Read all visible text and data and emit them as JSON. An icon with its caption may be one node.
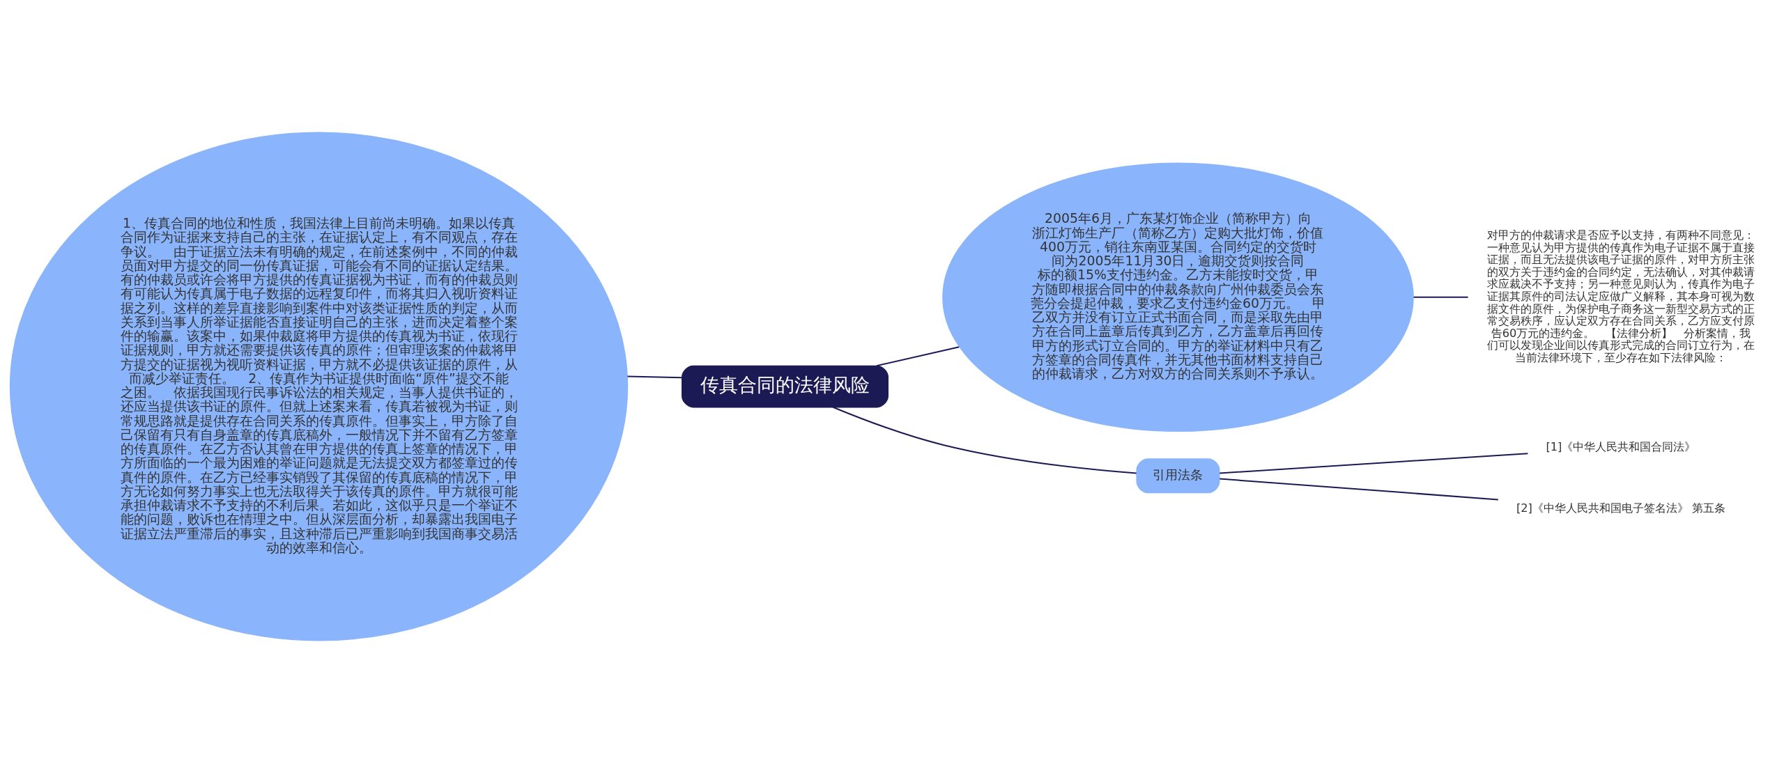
{
  "diagram": {
    "nodes": [
      {
        "text": [
          "传真合同的法律风险"
        ]
      },
      {
        "text": [
          "1、传真合同的地位和性质，我国法律上目前尚未明确。如果以传真合同作为证据来支持自己的主张，在证据认定上，有不同观点，存在争议。　由于证据立法未有明确的规定，在前述案例中，不同的仲裁员面对甲方提交的同一份传真证据，可能会有不同的证据认定结果。有的仲裁员或许会将甲方提供的传真证据视为书证，而有的仲裁员则有可能认为传真属于电子数据的远程复印件，而将其归入视听资料证据之列。这样的差异直接影响到案件中对该类证据性质的判定，从而关系到当事人所举证据能否直接证明自己的主张，进而决定着整个案件的输赢。该案中，如果仲裁庭将甲方提供的传真视为书证，依现行证据规则，甲方就还需要提供该传真的原件；但审理该案的仲裁将甲方提交的证据视为视听资料证据，甲方就不必提供该证据的原件，从而减少举证责任。　2、传真作为书证提供时面临“原件”提交不能之困。　依据我国现行民事诉讼法的相关规定，当事人提供书证的，还应当提供该书证的原件。但就上述案来看，传真若被视为书证，则常规思路就是提供存在合同关系的传真原件。但事实上，甲方除了自己保留有只有自身盖章的传真底稿外，一般情况下并不留有乙方签章的传真原件。在乙方否认其曾在甲方提供的传真上签章的情况下，甲方所面临的一个最为困难的举证问题就是无法提交双方都签章过的传真件的原件。在乙方已经事实销毁了其保留的传真底稿的情况下，甲方无论如何努力事实上也无法取得关于该传真的原件。甲方就很可能承担仲裁请求不予支持的不利后果。若如此，这似乎只是一个举证不能的问题，败诉也在情理之中。但从深层面分析，却暴露出我国电子证据立法严重滞后的事实，且这种滞后已严重影响到我国商事交易活动的效率和信心。"
        ]
      },
      {
        "text": [
          "2005年6月，广东某灯饰企业（简称甲方）向浙江灯饰生产厂（简称乙方）定购大批灯饰，价值400万元，销往东南亚某国。合同约定的交货时间为2005年11月30日，逾期交货则按合同标的额15%支付违约金。乙方未能按时交货，甲方随即根据合同中的仲裁条款向广州仲裁委员会东莞分会提起仲裁，要求乙支付违约金60万元。　甲乙双方并没有订立正式书面合同，而是采取先由甲方在合同上盖章后传真到乙方，乙方盖章后再回传甲方的形式订立合同的。甲方的举证材料中只有乙方签章的合同传真件，并无其他书面材料支持自己的仲裁请求，乙方对双方的合同关系则不予承认。"
        ]
      },
      {
        "text": [
          "对甲方的仲裁请求是否应予以支持，有两种不同意见：一种意见认为甲方提供的传真作为电子证据不属于直接证据，而且无法提供该电子证据的原件，对甲方所主张的双方关于违约金的合同约定，无法确认，对其仲裁请求应裁决不予支持；另一种意见则认为，传真作为电子证据其原件的司法认定应做广义解释，其本身可视为数据文件的原件，为保护电子商务这一新型交易方式的正常交易秩序，应认定双方存在合同关系，乙方应支付原告60万元的违约金。　【法律分析】　分析案情，我们可以发现企业间以传真形式完成的合同订立行为，在当前法律环境下，至少存在如下法律风险："
        ]
      },
      {
        "text": [
          "引用法条"
        ]
      },
      {
        "text": [
          "[1]《中华人民共和国合同法》"
        ]
      },
      {
        "text": [
          "[2]《中华人民共和国电子签名法》 第五条"
        ]
      }
    ],
    "edges": [
      {
        "from": 0,
        "to": 1,
        "arrow": "none"
      },
      {
        "from": 0,
        "to": 2,
        "arrow": "none"
      },
      {
        "from": 2,
        "to": 3,
        "arrow": "none"
      },
      {
        "from": 0,
        "to": 4,
        "arrow": "none"
      },
      {
        "from": 4,
        "to": 5,
        "arrow": "none"
      },
      {
        "from": 4,
        "to": 6,
        "arrow": "none"
      }
    ]
  }
}
